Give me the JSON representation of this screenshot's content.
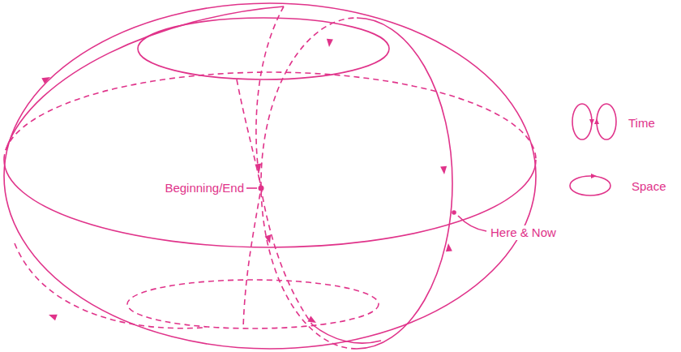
{
  "diagram": {
    "labels": [
      "Beginning/End",
      "Here & Now"
    ],
    "legend": [
      {
        "text": "Time"
      },
      {
        "text": "Space"
      }
    ]
  }
}
